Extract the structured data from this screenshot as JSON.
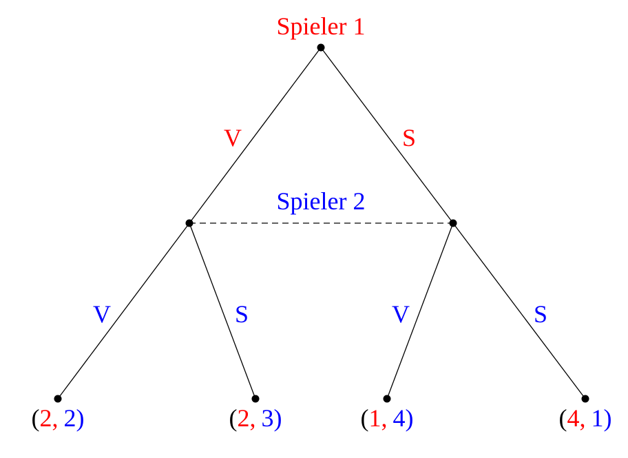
{
  "colors": {
    "player1": "#ff0000",
    "player2": "#0000ff",
    "edge": "#000000"
  },
  "players": {
    "p1": "Spieler 1",
    "p2": "Spieler 2"
  },
  "p1_moves": {
    "left": "V",
    "right": "S"
  },
  "p2_moves": {
    "ll": "V",
    "lr": "S",
    "rl": "V",
    "rr": "S"
  },
  "payoffs": [
    {
      "open": "(",
      "a": "2",
      "comma": ",",
      "b": "2",
      "close": ")"
    },
    {
      "open": "(",
      "a": "2",
      "comma": ",",
      "b": "3",
      "close": ")"
    },
    {
      "open": "(",
      "a": "1",
      "comma": ",",
      "b": "4",
      "close": ")"
    },
    {
      "open": "(",
      "a": "4",
      "comma": ",",
      "b": "1",
      "close": ")"
    }
  ]
}
